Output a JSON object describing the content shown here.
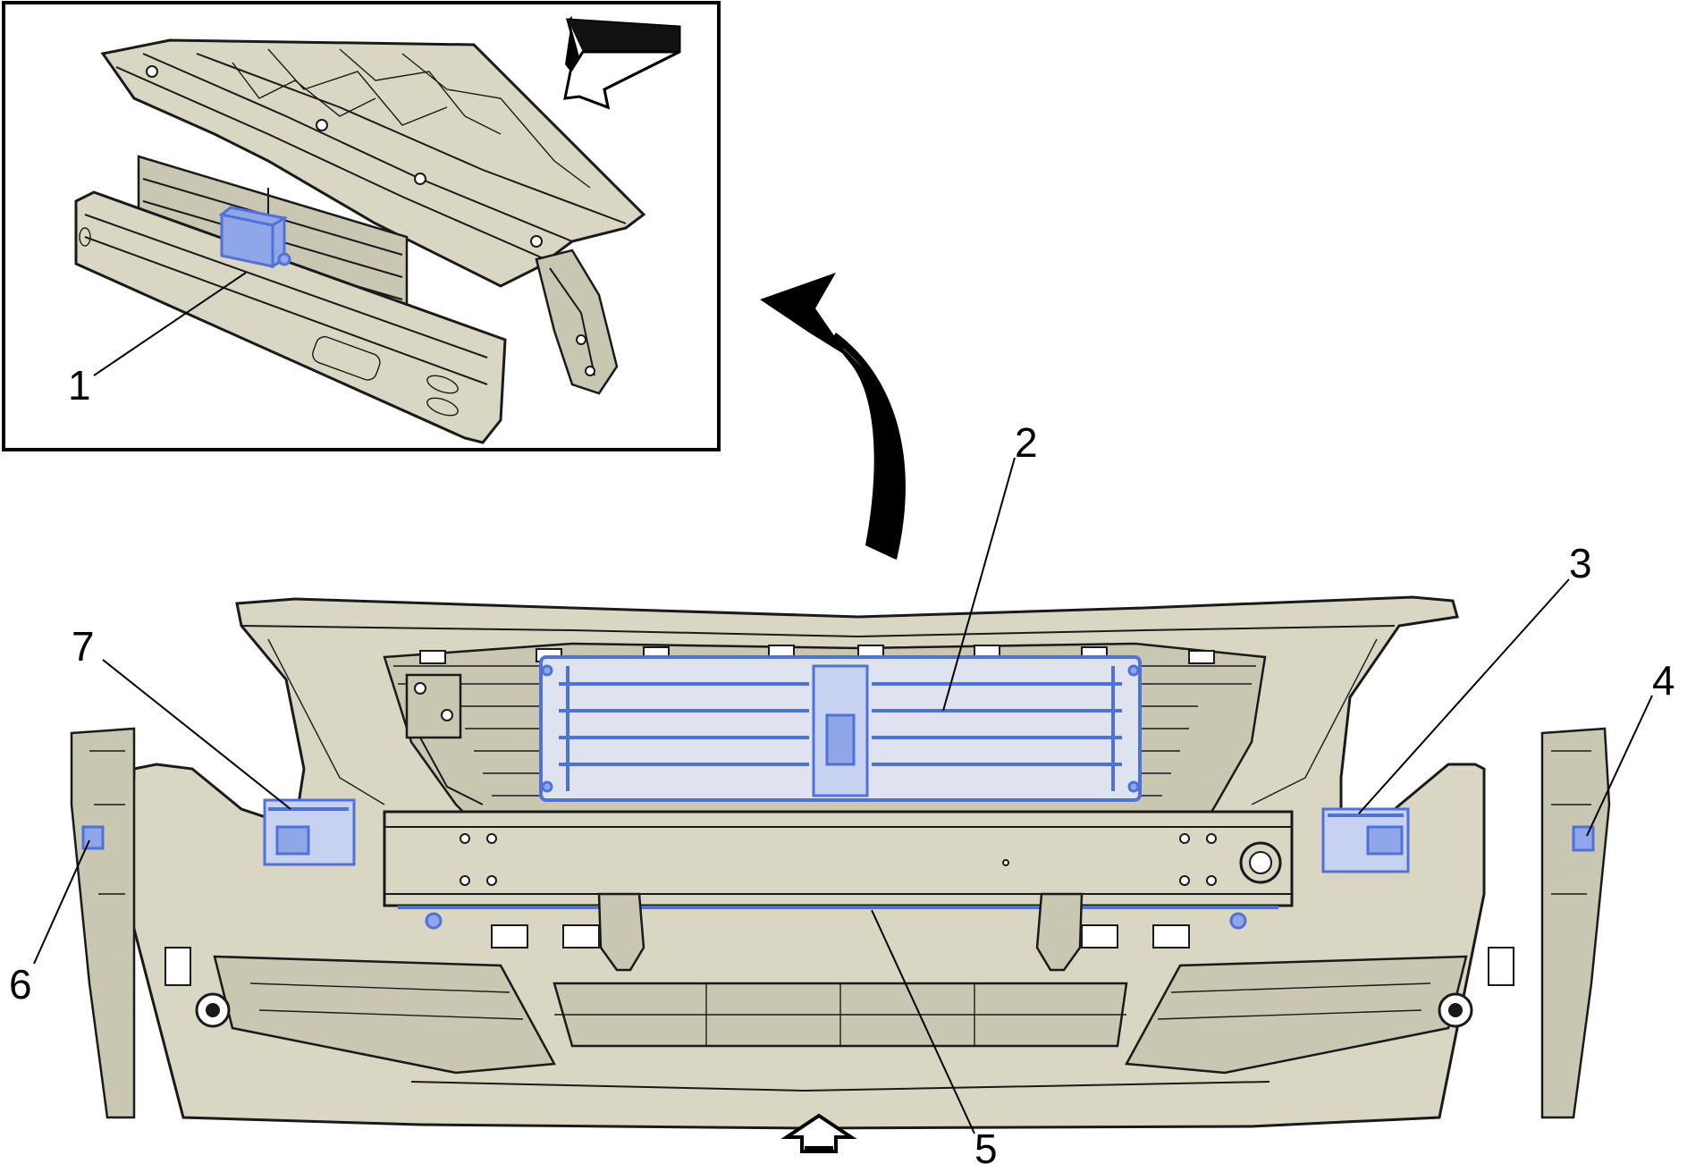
{
  "callouts": [
    {
      "id": "1",
      "label": "1"
    },
    {
      "id": "2",
      "label": "2"
    },
    {
      "id": "3",
      "label": "3"
    },
    {
      "id": "4",
      "label": "4"
    },
    {
      "id": "5",
      "label": "5"
    },
    {
      "id": "6",
      "label": "6"
    },
    {
      "id": "7",
      "label": "7"
    }
  ],
  "icons": {
    "view_direction": "view-direction-arrow-icon",
    "detail_curve": "curved-detail-arrow-icon",
    "front_indicator": "front-direction-arrow-icon"
  },
  "colors": {
    "part_fill": "#d9d7c3",
    "highlight": "#8fa6e8",
    "highlight_stroke": "#4f72d9",
    "outline": "#1a1a1a"
  }
}
